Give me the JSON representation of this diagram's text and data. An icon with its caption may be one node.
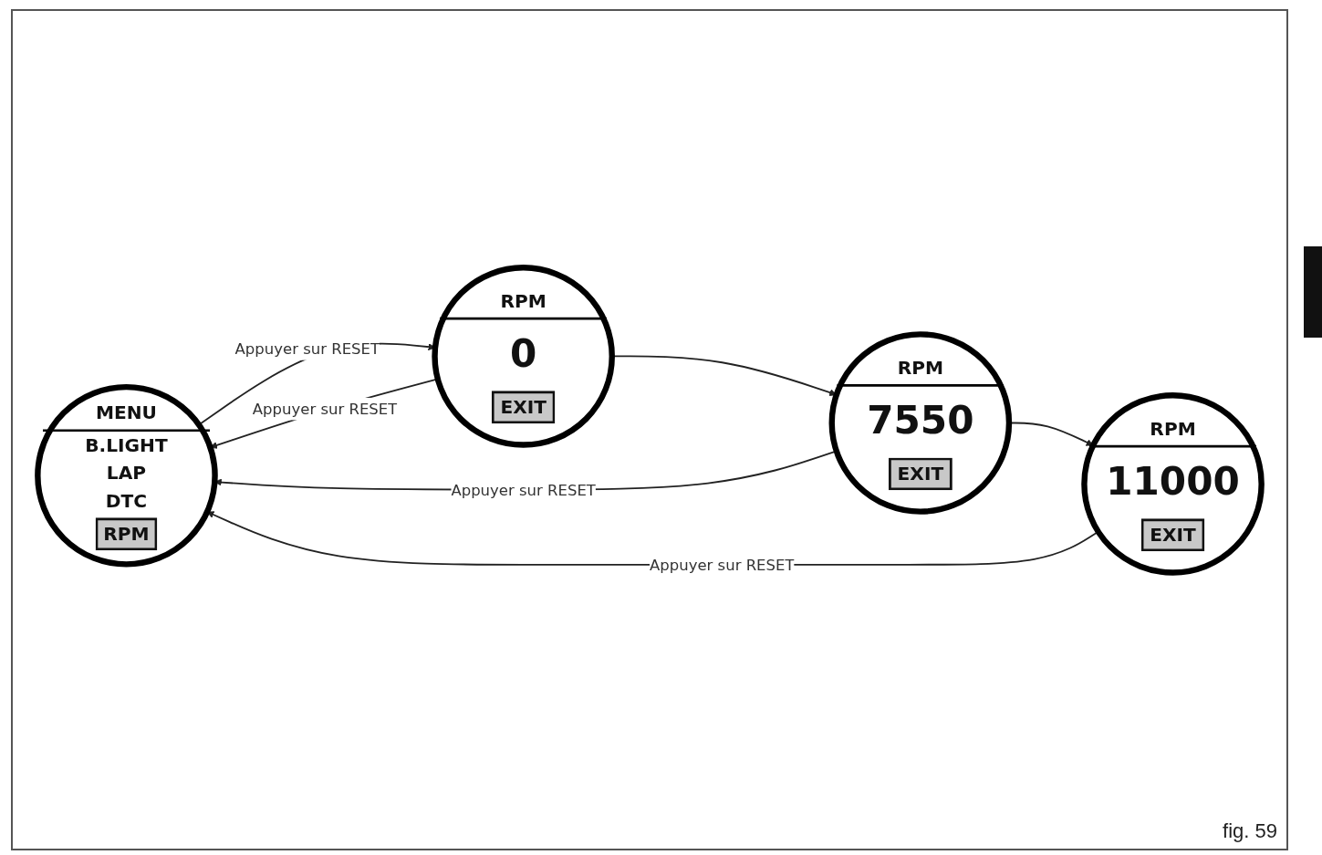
{
  "diagram": {
    "nodes": [
      {
        "text": [
          "MENU",
          "B.LIGHT",
          "LAP",
          "DTC",
          "RPM"
        ]
      },
      {
        "text": [
          "RPM",
          "0",
          "EXIT"
        ]
      },
      {
        "text": [
          "RPM",
          "7550",
          "EXIT"
        ]
      },
      {
        "text": [
          "RPM",
          "11000",
          "EXIT"
        ]
      }
    ],
    "edges": [
      {
        "from": 0,
        "to": 1,
        "arrow": "to",
        "label": "Appuyer sur RESET"
      },
      {
        "from": 1,
        "to": 2,
        "arrow": "to"
      },
      {
        "from": 2,
        "to": 3,
        "arrow": "to"
      },
      {
        "from": 1,
        "to": 0,
        "arrow": "to",
        "label": "Appuyer sur RESET"
      },
      {
        "from": 2,
        "to": 0,
        "arrow": "to",
        "label": "Appuyer sur RESET"
      },
      {
        "from": 3,
        "to": 0,
        "arrow": "to",
        "label": "Appuyer sur RESET"
      }
    ],
    "labels": [
      "fig. 59"
    ]
  }
}
